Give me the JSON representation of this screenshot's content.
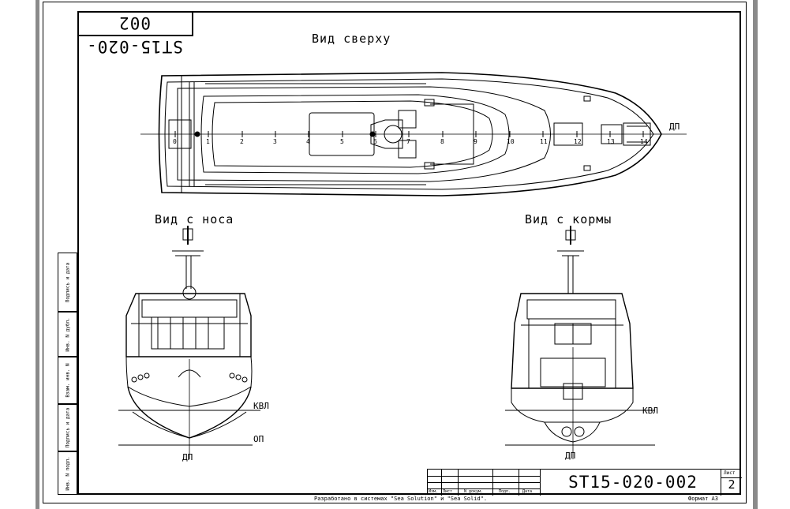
{
  "document": {
    "stamp_number": "ST15-020-002",
    "views": {
      "top": "Вид сверху",
      "bow": "Вид с носа",
      "stern": "Вид с кормы"
    },
    "labels": {
      "dp": "ДП",
      "kvl": "КВЛ",
      "op": "ОП"
    },
    "frame_numbers": [
      "0",
      "1",
      "2",
      "3",
      "4",
      "5",
      "6",
      "7",
      "8",
      "9",
      "10",
      "11",
      "12",
      "13",
      "14"
    ],
    "side_strip": [
      "Подпись и дата",
      "Инв. N дубл.",
      "Взам. инв. N",
      "Подпись и дата",
      "Инв. N подл."
    ],
    "title_block": {
      "headers": [
        "Изм.",
        "Лист",
        "N докум.",
        "Подп.",
        "Дата"
      ],
      "number": "ST15-020-002",
      "sheet_label": "Лист",
      "sheet_number": "2"
    },
    "footer": {
      "credits": "Разработано в системах \"Sea Solution\" и \"Sea Solid\".",
      "format": "Формат А3"
    }
  }
}
